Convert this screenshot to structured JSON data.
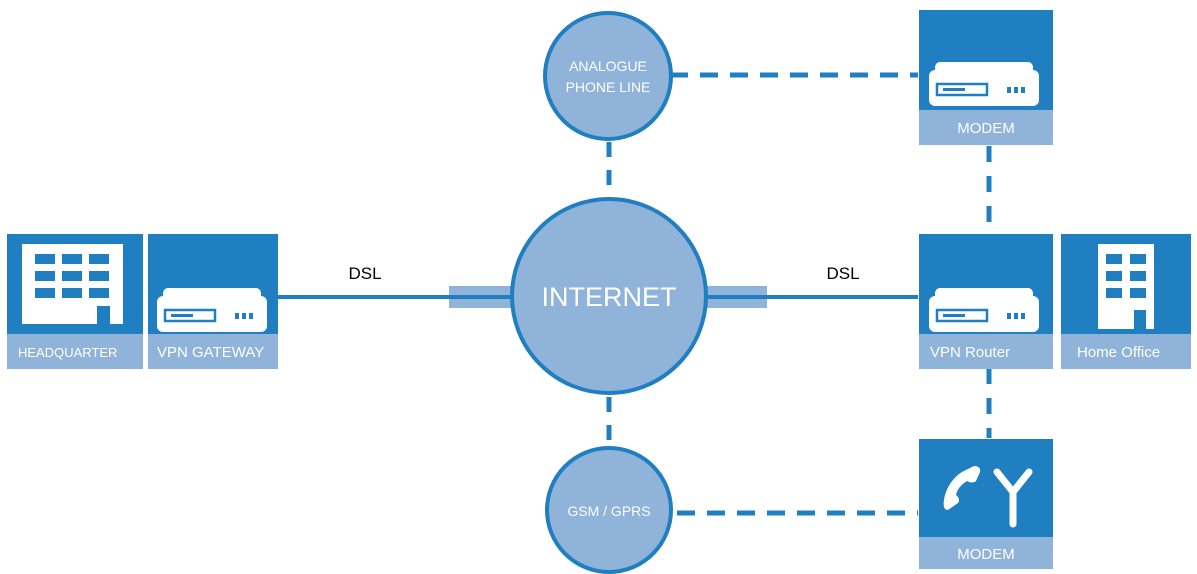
{
  "colors": {
    "tile_dark": "#1f7fc0",
    "tile_light": "#8fb3d9",
    "circle_fill": "#8fb3d9",
    "circle_stroke": "#1f7fc0",
    "line": "#1f7fc0",
    "tube": "#8fb3d9",
    "label_on_tile": "#ffffff",
    "label_dark": "#000000"
  },
  "nodes": {
    "internet": {
      "label": "INTERNET"
    },
    "analogue": {
      "label_line1": "ANALOGUE",
      "label_line2": "PHONE LINE"
    },
    "gsm": {
      "label": "GSM / GPRS"
    },
    "headquarter": {
      "label": "HEADQUARTER",
      "icon": "building-icon"
    },
    "vpn_gateway": {
      "label": "VPN GATEWAY",
      "icon": "router-icon"
    },
    "vpn_router": {
      "label": "VPN Router",
      "icon": "router-icon"
    },
    "home_office": {
      "label": "Home Office",
      "icon": "building-icon"
    },
    "modem_top": {
      "label": "MODEM",
      "icon": "router-icon"
    },
    "modem_bottom": {
      "label": "MODEM",
      "icon": "phone-antenna-icon"
    }
  },
  "links": {
    "dsl_left": {
      "label": "DSL",
      "style": "solid"
    },
    "dsl_right": {
      "label": "DSL",
      "style": "solid"
    },
    "analogue_to_modem": {
      "style": "dashed"
    },
    "analogue_to_internet": {
      "style": "dashed"
    },
    "gsm_to_internet": {
      "style": "dashed"
    },
    "gsm_to_modem": {
      "style": "dashed"
    },
    "modem_to_router": {
      "style": "dashed"
    },
    "router_to_modem": {
      "style": "dashed"
    }
  }
}
